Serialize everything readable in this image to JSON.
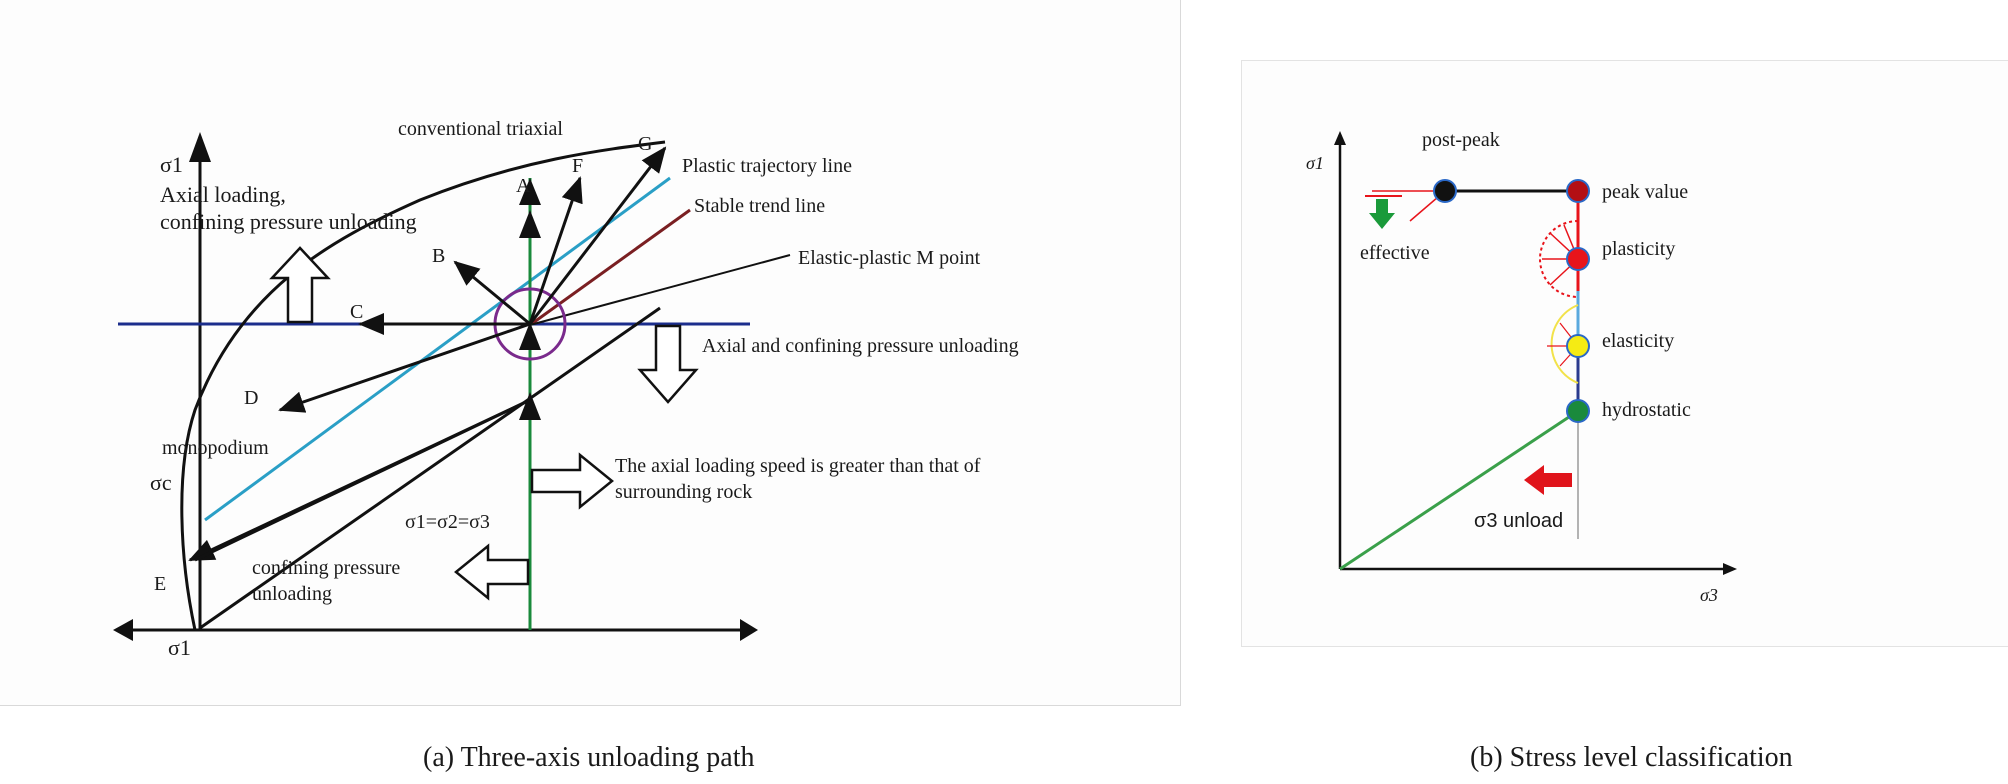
{
  "panel_a": {
    "caption": "(a) Three-axis unloading path",
    "axis_y": "σ1",
    "axis_x": "σ1",
    "sigma_c": "σc",
    "top_label": "conventional triaxial",
    "region_upper": [
      "Axial loading,",
      "confining pressure unloading"
    ],
    "plastic_line": "Plastic trajectory line",
    "stable_line": "Stable trend line",
    "m_point": "Elastic-plastic M point",
    "axial_confining": "Axial and confining pressure unloading",
    "axial_speed": [
      "The axial loading speed is greater than that of",
      "surrounding rock"
    ],
    "hydro": "σ1=σ2=σ3",
    "confining": [
      "confining pressure",
      "unloading"
    ],
    "monopodium": "monopodium",
    "points": {
      "A": "A",
      "B": "B",
      "C": "C",
      "D": "D",
      "E": "E",
      "F": "F",
      "G": "G"
    }
  },
  "panel_b": {
    "caption": "(b) Stress level classification",
    "axis_y": "σ1",
    "axis_x": "σ3",
    "post_peak": "post-peak",
    "effective": "effective",
    "peak": "peak value",
    "plasticity": "plasticity",
    "elasticity": "elasticity",
    "hydrostatic": "hydrostatic",
    "unload": "σ3 unload",
    "colors": {
      "peak": "#b30f14",
      "plasticity": "#e8141b",
      "elasticity": "#f5eb14",
      "hydrostatic": "#1a8a3c",
      "arrow_red": "#e0141b",
      "arrow_green": "#1a9a3a"
    }
  }
}
